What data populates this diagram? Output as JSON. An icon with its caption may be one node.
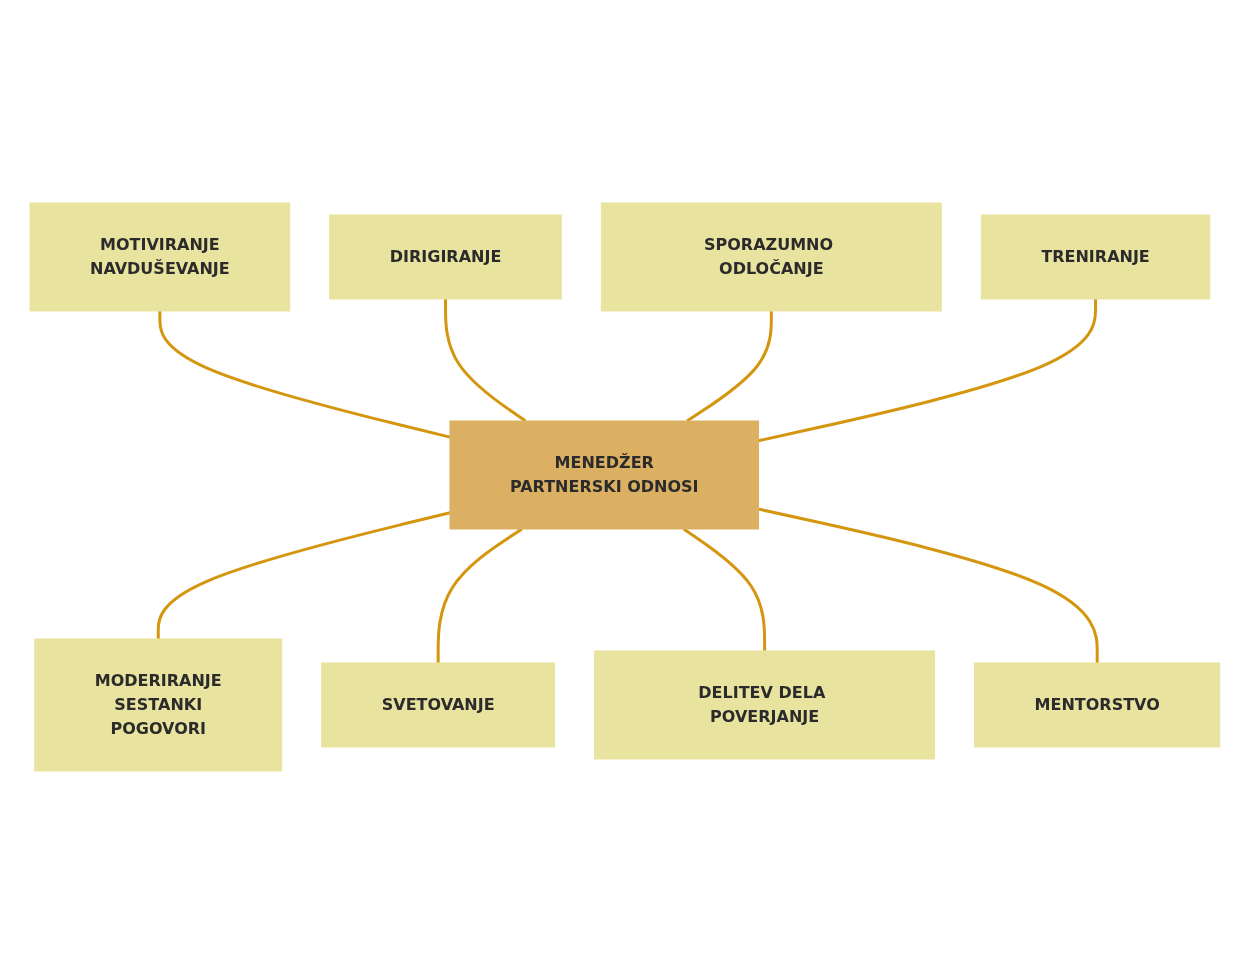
{
  "diagram": {
    "nodes": [
      {
        "text": [
          "MOTIVIRANJE",
          "NAVDUŠEVANJE"
        ]
      },
      {
        "text": [
          "DIRIGIRANJE"
        ]
      },
      {
        "text": [
          "SPORAZUMNO ODLOČANJE"
        ]
      },
      {
        "text": [
          "TRENIRANJE"
        ]
      },
      {
        "text": [
          "MENEDŽER",
          "PARTNERSKI ODNOSI"
        ]
      },
      {
        "text": [
          "MODERIRANJE",
          "SESTANKI",
          "POGOVORI"
        ]
      },
      {
        "text": [
          "SVETOVANJE"
        ]
      },
      {
        "text": [
          "DELITEV DELA POVERJANJE"
        ]
      },
      {
        "text": [
          "MENTORSTVO"
        ]
      }
    ],
    "edges": [
      {
        "from": 0,
        "to": 4,
        "arrow": "none"
      },
      {
        "from": 1,
        "to": 4,
        "arrow": "none"
      },
      {
        "from": 2,
        "to": 4,
        "arrow": "none"
      },
      {
        "from": 3,
        "to": 4,
        "arrow": "none"
      },
      {
        "from": 4,
        "to": 5,
        "arrow": "none"
      },
      {
        "from": 4,
        "to": 6,
        "arrow": "none"
      },
      {
        "from": 4,
        "to": 7,
        "arrow": "none"
      },
      {
        "from": 4,
        "to": 8,
        "arrow": "none"
      }
    ]
  }
}
